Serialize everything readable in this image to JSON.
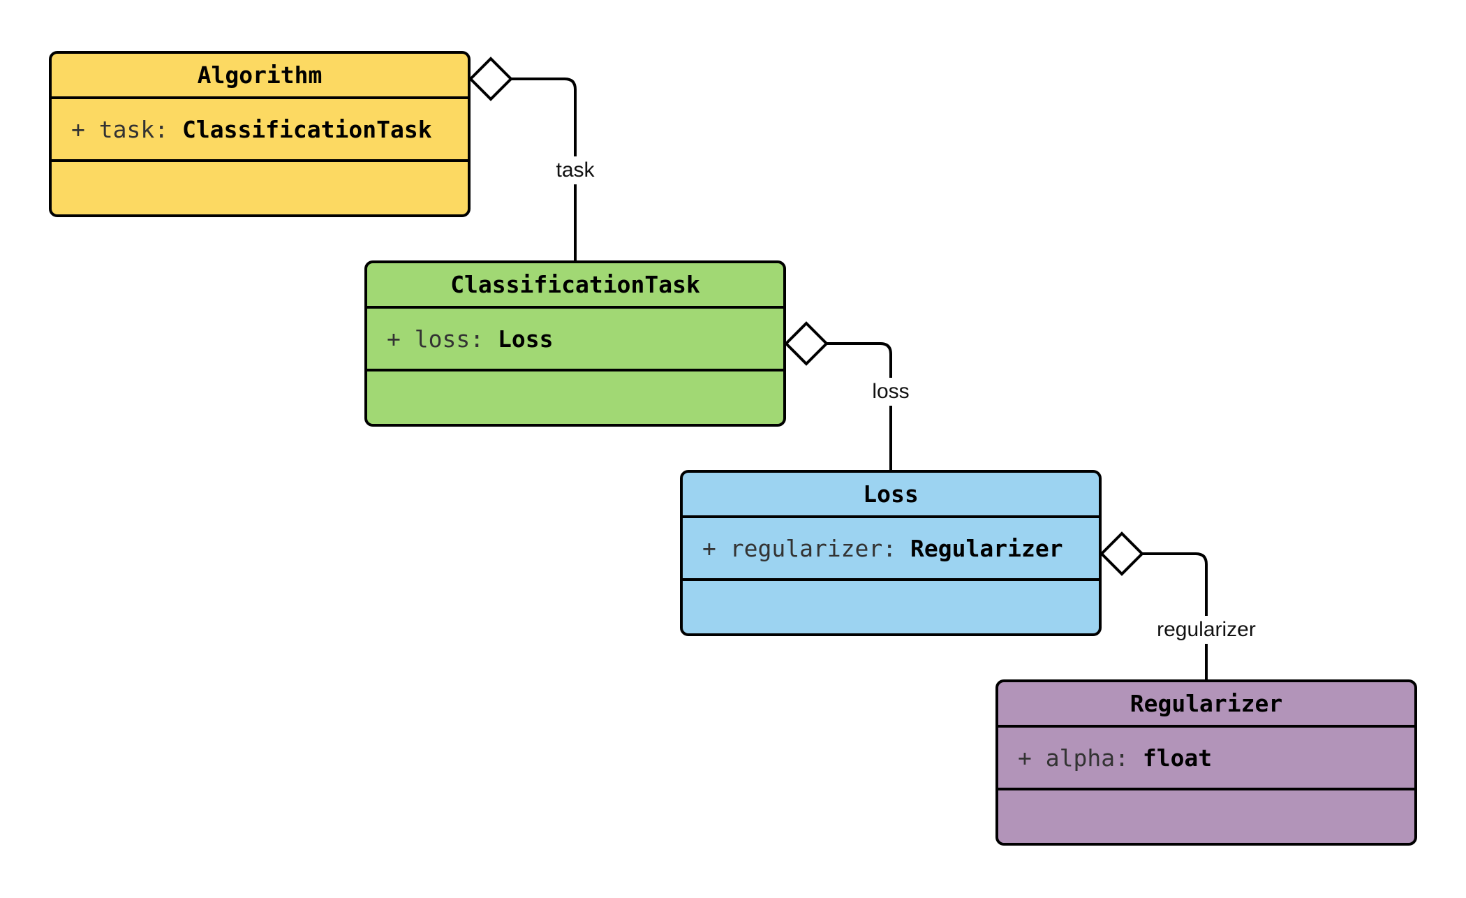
{
  "diagram": {
    "kind": "uml-class-diagram",
    "colors": {
      "background": "#FFFFFF",
      "stroke": "#000000",
      "member_text": "#333333",
      "algorithm_fill": "#FCD962",
      "classificationtask_fill": "#A1D874",
      "loss_fill": "#9CD3F1",
      "regularizer_fill": "#B294B9"
    },
    "classes": [
      {
        "name": "Algorithm",
        "fill": "#FCD962",
        "attributes": [
          {
            "visibility": "+",
            "name": "task",
            "separator": ": ",
            "type": "ClassificationTask"
          }
        ],
        "methods": []
      },
      {
        "name": "ClassificationTask",
        "fill": "#A1D874",
        "attributes": [
          {
            "visibility": "+",
            "name": "loss",
            "separator": ": ",
            "type": "Loss"
          }
        ],
        "methods": []
      },
      {
        "name": "Loss",
        "fill": "#9CD3F1",
        "attributes": [
          {
            "visibility": "+",
            "name": "regularizer",
            "separator": ": ",
            "type": "Regularizer"
          }
        ],
        "methods": []
      },
      {
        "name": "Regularizer",
        "fill": "#B294B9",
        "attributes": [
          {
            "visibility": "+",
            "name": "alpha",
            "separator": ": ",
            "type": "float"
          }
        ],
        "methods": []
      }
    ],
    "relationships": [
      {
        "from": "Algorithm",
        "to": "ClassificationTask",
        "label": "task",
        "type": "aggregation"
      },
      {
        "from": "ClassificationTask",
        "to": "Loss",
        "label": "loss",
        "type": "aggregation"
      },
      {
        "from": "Loss",
        "to": "Regularizer",
        "label": "regularizer",
        "type": "aggregation"
      }
    ]
  }
}
